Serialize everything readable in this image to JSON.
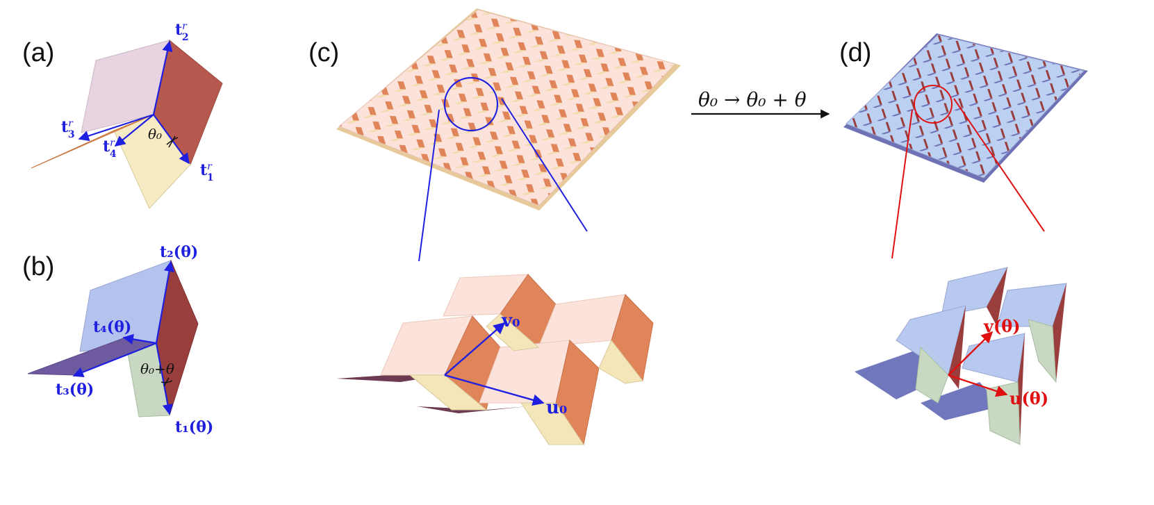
{
  "panels": {
    "a": {
      "label": "(a)",
      "vectors": {
        "t1": "t",
        "t1_sup": "r",
        "t1_sub": "1",
        "t2": "t",
        "t2_sup": "r",
        "t2_sub": "2",
        "t3": "t",
        "t3_sup": "r",
        "t3_sub": "3",
        "t4": "t",
        "t4_sup": "r",
        "t4_sub": "4"
      },
      "angle": "θ₀"
    },
    "b": {
      "label": "(b)",
      "vectors": {
        "t1": "t₁(θ)",
        "t2": "t₂(θ)",
        "t3": "t₃(θ)",
        "t4": "t₄(θ)"
      },
      "angle": "θ₀+θ"
    },
    "c": {
      "label": "(c)",
      "vectors": {
        "u": "u₀",
        "v": "v₀"
      }
    },
    "d": {
      "label": "(d)",
      "vectors": {
        "u": "u(θ)",
        "v": "v(θ)"
      }
    }
  },
  "transition": {
    "label": "θ₀ → θ₀ + θ"
  },
  "colors": {
    "blue": "#1f1fe0",
    "red": "#e01010",
    "peach_light": "#fbe3dc",
    "peach_mid": "#f4cfc0",
    "orange": "#e0855a",
    "brick": "#b6584e",
    "cream": "#f4e6b8",
    "lilac": "#e8d4e0",
    "blue_light": "#b8c9ef",
    "blue_dark": "#6e72b5",
    "sage": "#c8d8c2",
    "maroon": "#9a3d3d"
  }
}
